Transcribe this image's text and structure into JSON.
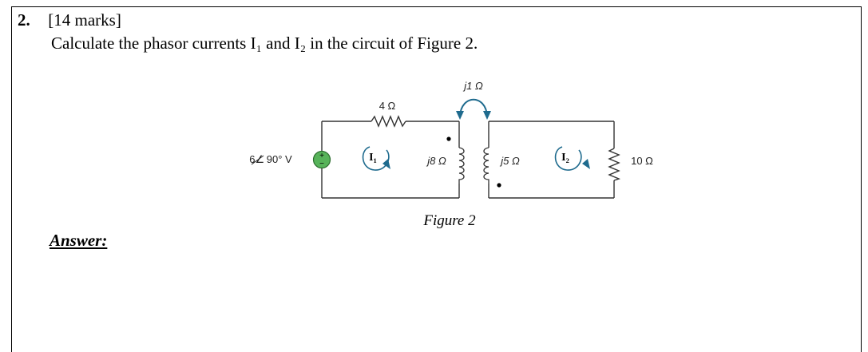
{
  "question": {
    "number": "2.",
    "marks": "[14 marks]",
    "text": "Calculate the phasor currents I₁ and I₂ in the circuit of Figure 2."
  },
  "figure": {
    "caption": "Figure 2",
    "source_label": "6∠ 90° V",
    "source_plus": "+",
    "source_minus": "−",
    "r1_label": "4 Ω",
    "mutual_label": "j1 Ω",
    "l1_label": "j8 Ω",
    "l2_label": "j5 Ω",
    "r2_label": "10 Ω",
    "i1_label": "I₁",
    "i2_label": "I₂"
  },
  "answer_label": "Answer:"
}
